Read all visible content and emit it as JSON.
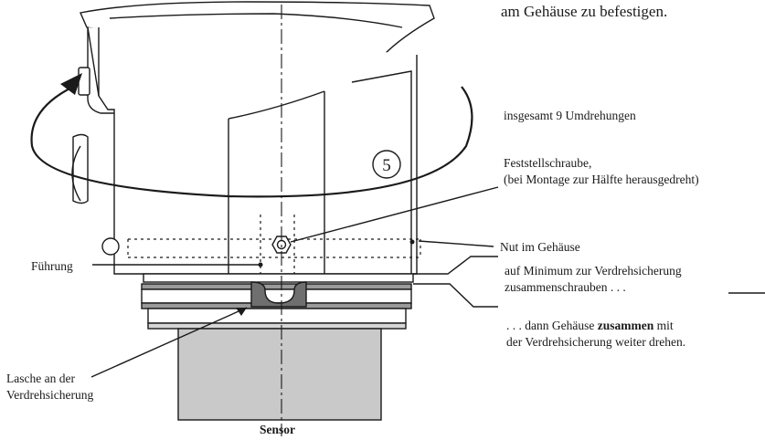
{
  "labels": {
    "top_text": "am Gehäuse zu befestigen.",
    "turns": "insgesamt 9 Umdrehungen",
    "screw_line1": "Feststellschraube,",
    "screw_line2": "(bei Montage zur Hälfte herausgedreht)",
    "groove": "Nut im Gehäuse",
    "guide": "Führung",
    "minimum_line1": "auf Minimum zur Verdrehsicherung",
    "minimum_line2": "zusammenschrauben . . .",
    "then_prefix": ". . . dann Gehäuse ",
    "then_bold": "zusammen",
    "then_suffix": " mit",
    "then_line2": "der Verdrehsicherung  weiter drehen.",
    "tab_line1": "Lasche an der",
    "tab_line2": "Verdrehsicherung",
    "sensor": "Sensor",
    "callout_number": "5"
  }
}
